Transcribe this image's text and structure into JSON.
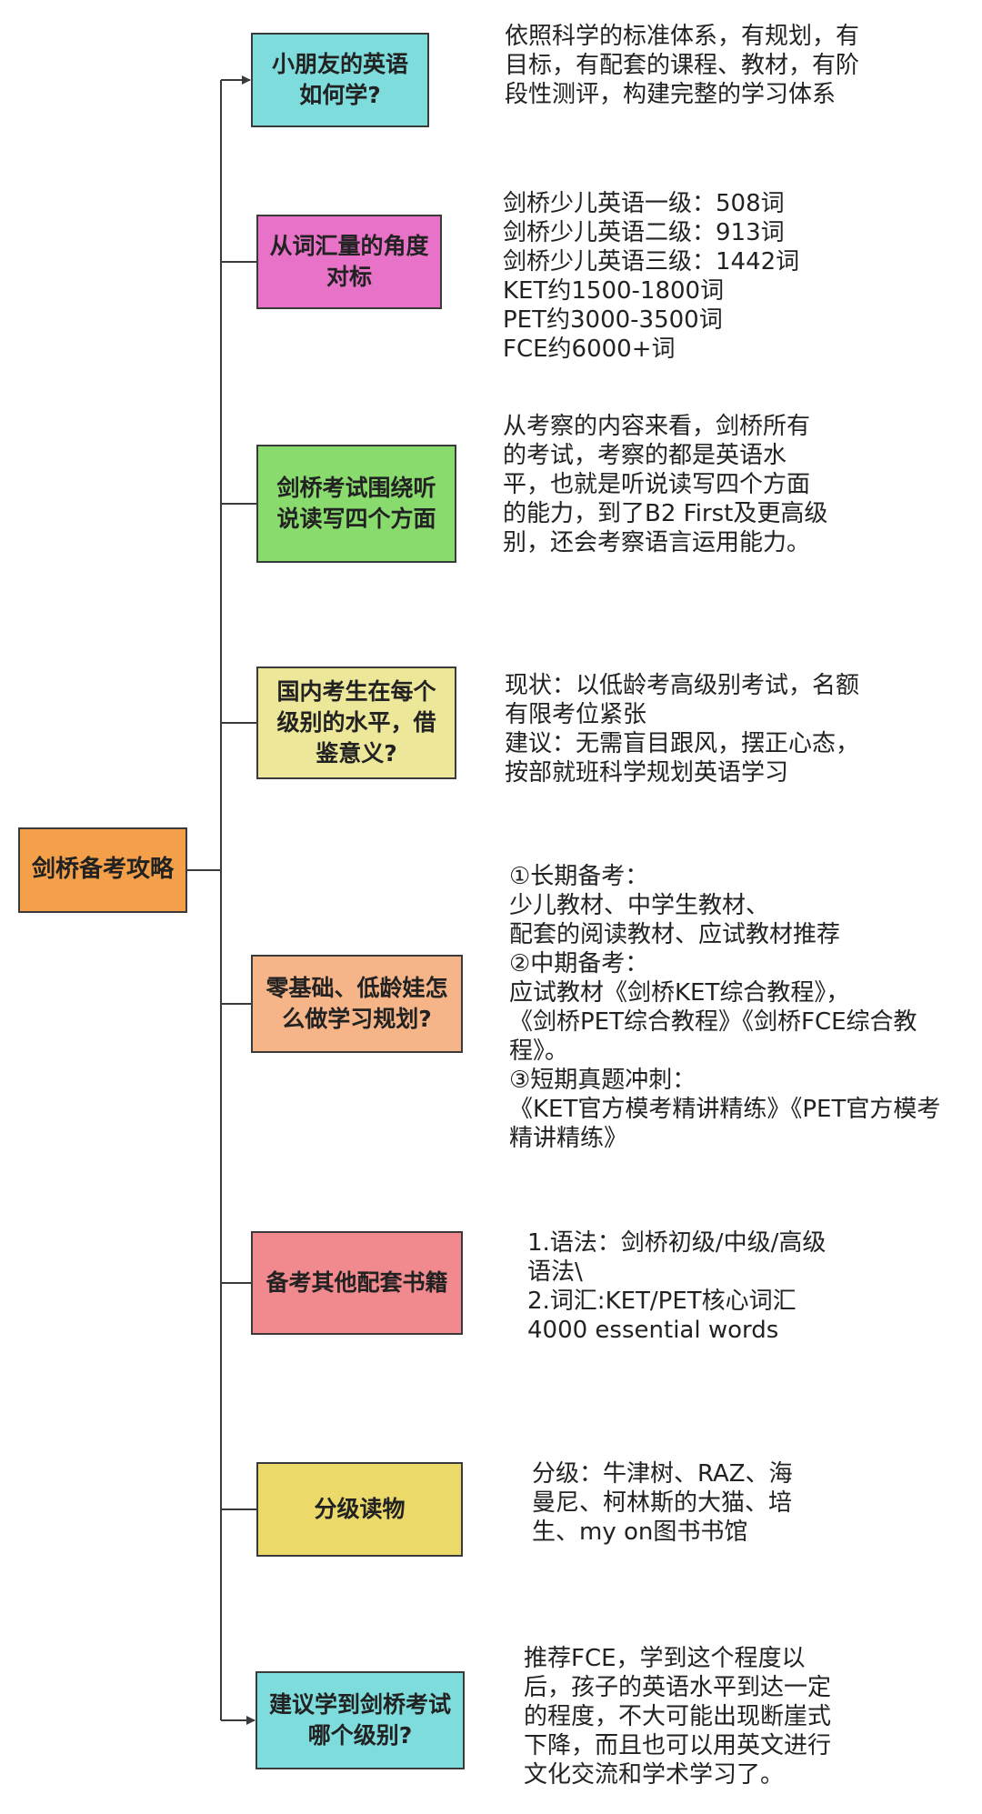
{
  "root": {
    "label": "剑桥备考攻略",
    "color": "#F4A04B"
  },
  "connector_color": "#3a3a3a",
  "topics": [
    {
      "label": "小朋友的英语\n如何学?",
      "color": "#7FDCDC",
      "desc": "依照科学的标准体系，有规划，有\n目标，有配套的课程、教材，有阶\n段性测评，构建完整的学习体系"
    },
    {
      "label": "从词汇量的角度\n对标",
      "color": "#E872C8",
      "desc": "剑桥少儿英语一级：508词\n剑桥少儿英语二级：913词\n剑桥少儿英语三级：1442词\nKET约1500-1800词\nPET约3000-3500词\nFCE约6000+词"
    },
    {
      "label": "剑桥考试围绕听\n说读写四个方面",
      "color": "#8ADB6E",
      "desc": "从考察的内容来看，剑桥所有\n的考试，考察的都是英语水\n平，也就是听说读写四个方面\n的能力，到了B2 First及更高级\n别，还会考察语言运用能力。"
    },
    {
      "label": "国内考生在每个\n级别的水平，借\n鉴意义?",
      "color": "#EDE79A",
      "desc": "现状：以低龄考高级别考试，名额\n有限考位紧张\n建议：无需盲目跟风，摆正心态，\n按部就班科学规划英语学习"
    },
    {
      "label": "零基础、低龄娃怎\n么做学习规划?",
      "color": "#F5B588",
      "desc": "①长期备考：\n少儿教材、中学生教材、\n配套的阅读教材、应试教材推荐\n②中期备考：\n应试教材《剑桥KET综合教程》，\n《剑桥PET综合教程》《剑桥FCE综合教\n程》。\n③短期真题冲刺：\n《KET官方模考精讲精练》《PET官方模考\n精讲精练》"
    },
    {
      "label": "备考其他配套书籍",
      "color": "#F08A8E",
      "desc": "1.语法：剑桥初级/中级/高级\n语法\\\n2.词汇:KET/PET核心词汇\n4000 essential words"
    },
    {
      "label": "分级读物",
      "color": "#EBD96A",
      "desc": "分级：牛津树、RAZ、海\n曼尼、柯林斯的大猫、培\n生、my on图书书馆"
    },
    {
      "label": "建议学到剑桥考试\n哪个级别?",
      "color": "#7FDCDC",
      "desc": "推荐FCE，学到这个程度以\n后，孩子的英语水平到达一定\n的程度，不大可能出现断崖式\n下降，而且也可以用英文进行\n文化交流和学术学习了。"
    }
  ]
}
